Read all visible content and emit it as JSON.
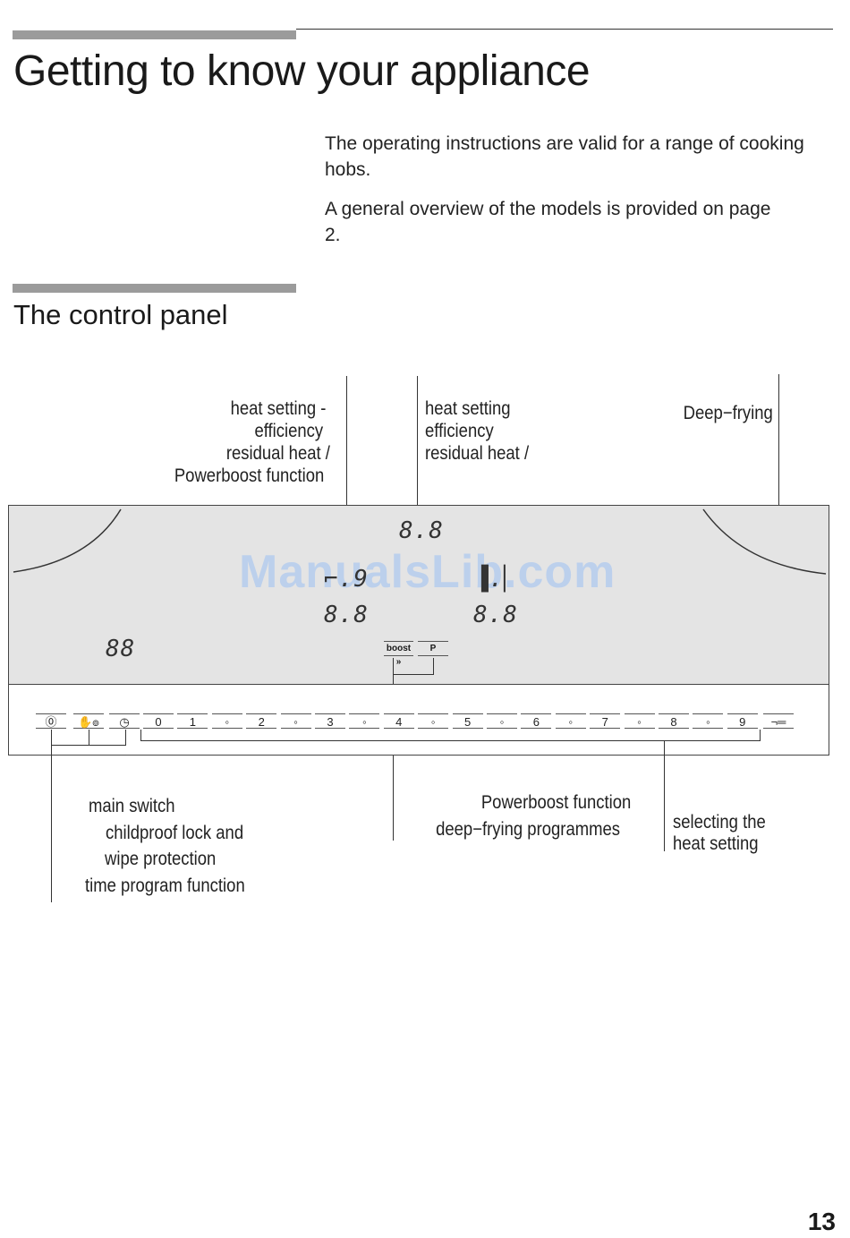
{
  "page": {
    "title": "Getting to know your appliance",
    "intro": [
      "The operating instructions are valid for a range of cooking hobs.",
      "A general overview of the models is provided on page 2."
    ],
    "section_title": "The control panel",
    "page_number": "13"
  },
  "labels_top": {
    "left": [
      "heat setting    -",
      "efficiency",
      "residual heat   /",
      "Powerboost function"
    ],
    "middle": [
      "heat setting",
      "efficiency",
      "residual heat   /"
    ],
    "right": "Deep−frying"
  },
  "labels_bottom": {
    "left": [
      "main switch",
      "childproof lock and",
      "wipe protection",
      "time program function"
    ],
    "middle": [
      "Powerboost function",
      "deep−frying programmes"
    ],
    "right": [
      "selecting the",
      "heat setting"
    ]
  },
  "displays": {
    "top_center": "8.8",
    "mid_left": "⌐.9",
    "mid_right": "▐.▏",
    "lower_left": "8.8",
    "lower_right": "8.8",
    "timer": "88"
  },
  "buttons": {
    "boost": "boost »",
    "programme": "P",
    "power": "⓪",
    "lock": "✋๏",
    "timer": "◷",
    "scale": [
      "0",
      "1",
      "◦",
      "2",
      "◦",
      "3",
      "◦",
      "4",
      "◦",
      "5",
      "◦",
      "6",
      "◦",
      "7",
      "◦",
      "8",
      "◦",
      "9"
    ],
    "deep_fry": "¬═"
  },
  "watermark": "ManualsLib.com"
}
